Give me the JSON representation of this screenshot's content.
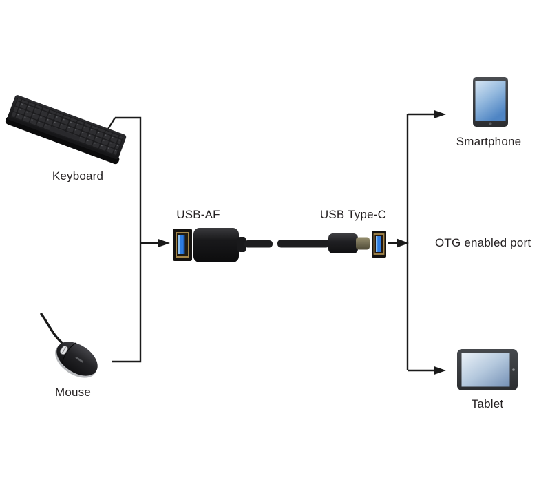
{
  "sources": {
    "keyboard": "Keyboard",
    "mouse": "Mouse"
  },
  "adapter": {
    "usb_af": "USB-AF",
    "usb_type_c": "USB Type-C"
  },
  "targets": {
    "otg_port": "OTG enabled port",
    "smartphone": "Smartphone",
    "tablet": "Tablet"
  },
  "colors": {
    "background": "#ffffff",
    "line": "#1a1a1a",
    "text": "#231f20",
    "usb_blue": "#2e7ce0",
    "usb_blue_light": "#8cc0f0",
    "connector_gold": "#a5874a",
    "device_body_gray": "#3a3d40",
    "screen_blue_light": "#d6e5f3",
    "screen_blue_dark": "#4f85c4"
  },
  "icons": [
    "keyboard-image",
    "mouse-image",
    "usb-af-port-icon",
    "usb-adapter-image",
    "usb-type-c-plug-icon",
    "usb-port-icon",
    "arrow-right-icon",
    "smartphone-icon",
    "tablet-icon"
  ]
}
